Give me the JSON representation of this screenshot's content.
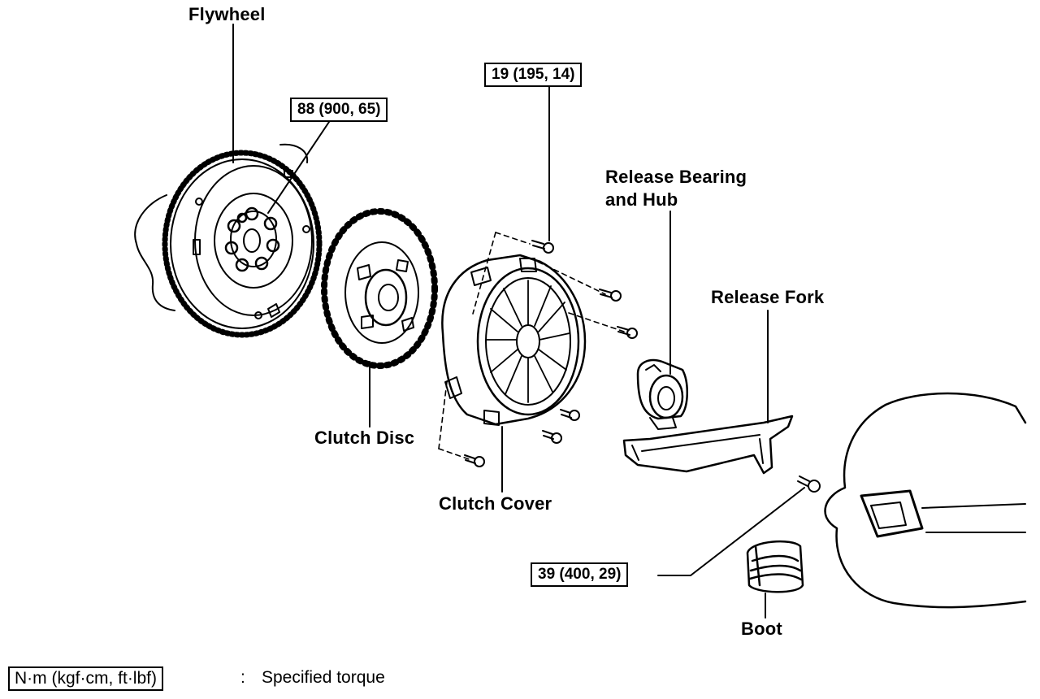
{
  "labels": {
    "flywheel": "Flywheel",
    "clutch_disc": "Clutch Disc",
    "clutch_cover": "Clutch Cover",
    "release_bearing_line1": "Release Bearing",
    "release_bearing_line2": "and Hub",
    "release_fork": "Release Fork",
    "boot": "Boot"
  },
  "torques": {
    "flywheel_bolt": "88 (900, 65)",
    "cover_bolt": "19 (195, 14)",
    "fork_pivot": "39 (400, 29)"
  },
  "legend": {
    "unit": "N·m (kgf·cm, ft·lbf)",
    "separator": ":",
    "description": "Specified torque"
  }
}
